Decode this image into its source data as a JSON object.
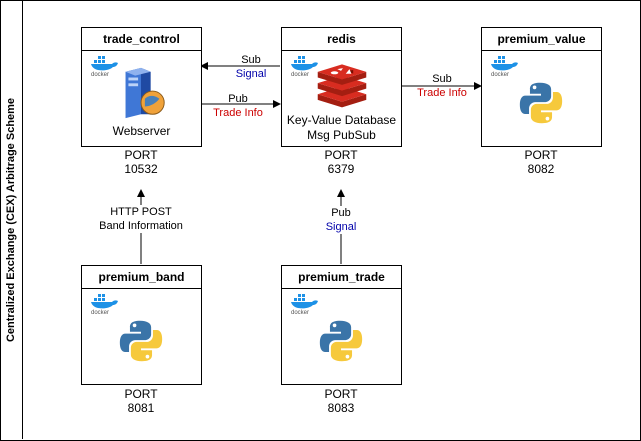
{
  "scheme_title": "Centralized Exchange (CEX) Arbitrage Scheme",
  "docker_text": "docker",
  "colors": {
    "signal": "#0000aa",
    "trade_info": "#cc0000",
    "redis_red": "#d82c20",
    "python_blue": "#3a74a8",
    "python_yellow": "#f6c93c"
  },
  "nodes": {
    "trade_control": {
      "title": "trade_control",
      "caption": "Webserver",
      "port_label": "PORT",
      "port": "10532",
      "icon": "webserver-icon"
    },
    "redis": {
      "title": "redis",
      "caption_1": "Key-Value Database",
      "caption_2": "Msg PubSub",
      "port_label": "PORT",
      "port": "6379",
      "icon": "redis-icon"
    },
    "premium_value": {
      "title": "premium_value",
      "port_label": "PORT",
      "port": "8082",
      "icon": "python-icon"
    },
    "premium_band": {
      "title": "premium_band",
      "port_label": "PORT",
      "port": "8081",
      "icon": "python-icon"
    },
    "premium_trade": {
      "title": "premium_trade",
      "port_label": "PORT",
      "port": "8083",
      "icon": "python-icon"
    }
  },
  "edges": {
    "redis_to_trade_control": {
      "action": "Sub",
      "message": "Signal"
    },
    "trade_control_to_redis": {
      "action": "Pub",
      "message": "Trade Info"
    },
    "redis_to_premium_value": {
      "action": "Sub",
      "message": "Trade Info"
    },
    "premium_band_to_trade_control": {
      "line1": "HTTP POST",
      "line2": "Band Information"
    },
    "premium_trade_to_redis": {
      "action": "Pub",
      "message": "Signal"
    }
  }
}
